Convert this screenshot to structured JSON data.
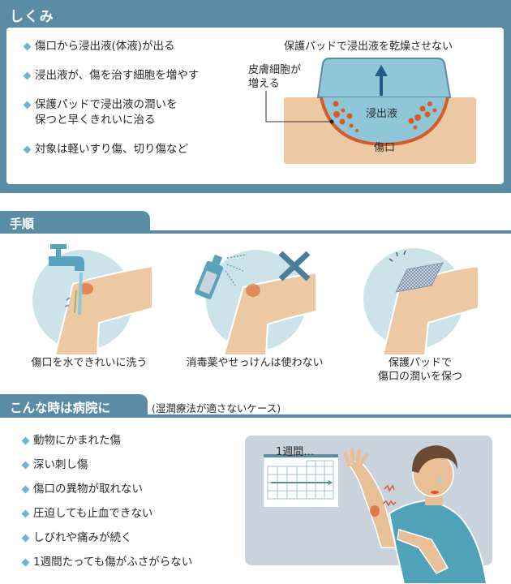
{
  "mechanism": {
    "title": "しくみ",
    "bullets": [
      "傷口から浸出液(体液)が出る",
      "浸出液が、傷を治す細胞を増やす",
      "保護パッドで浸出液の潤いを\n保つと早くきれいに治る",
      "対象は軽いすり傷、切り傷など"
    ],
    "diagram": {
      "title": "保護パッドで浸出液を乾燥させない",
      "cells_label": "皮膚細胞が\n増える",
      "exudate_label": "浸出液",
      "wound_label": "傷口"
    }
  },
  "procedure": {
    "title": "手順",
    "steps": [
      {
        "icon": "wash-with-water-icon",
        "caption": "傷口を水できれいに洗う"
      },
      {
        "icon": "no-disinfectant-icon",
        "caption": "消毒薬やせっけんは使わない"
      },
      {
        "icon": "protective-pad-icon",
        "caption": "保護パッドで\n傷口の潤いを保つ"
      }
    ]
  },
  "hospital": {
    "title": "こんな時は病院に",
    "subtitle": "(湿潤療法が適さないケース)",
    "bullets": [
      "動物にかまれた傷",
      "深い刺し傷",
      "傷口の異物が取れない",
      "圧迫しても止血できない",
      "しびれや痛みが続く",
      "1週間たっても傷がふさがらない"
    ],
    "illustration": {
      "calendar_label": "1週間…"
    }
  },
  "colors": {
    "header_blue": "#5b8ca6",
    "bullet_diamond": "#6fb5cf",
    "skin": "#ecc9a3",
    "circle_bg": "#cde3ea",
    "exudate_blue": "#8fc7d9",
    "wound_red": "#d65a2a"
  }
}
